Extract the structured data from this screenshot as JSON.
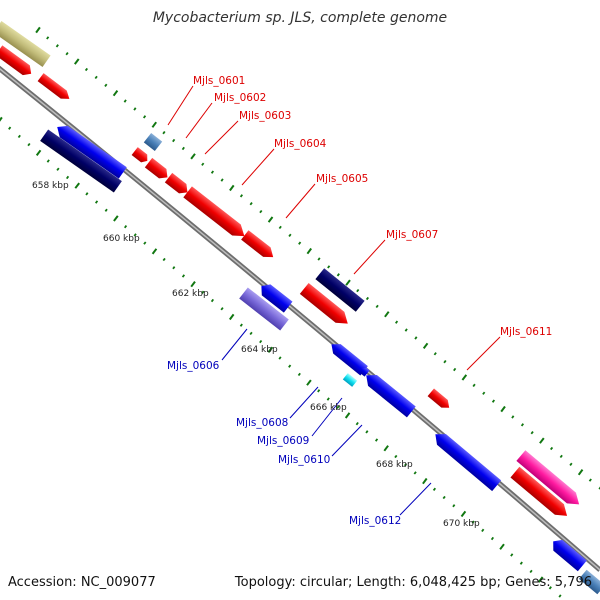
{
  "title": "Mycobacterium sp. JLS, complete genome",
  "footer": {
    "accession": "Accession: NC_009077",
    "summary": "Topology: circular; Length: 6,048,425 bp; Genes: 5,796"
  },
  "scale_labels": [
    "658 kbp",
    "660 kbp",
    "662 kbp",
    "664 kbp",
    "666 kbp",
    "668 kbp",
    "670 kbp"
  ],
  "gene_labels": {
    "forward": [
      "Mjls_0601",
      "Mjls_0602",
      "Mjls_0603",
      "Mjls_0604",
      "Mjls_0605",
      "Mjls_0607",
      "Mjls_0611"
    ],
    "reverse": [
      "Mjls_0606",
      "Mjls_0608",
      "Mjls_0609",
      "Mjls_0610",
      "Mjls_0612"
    ]
  },
  "colors": {
    "forward_label": "#dd0000",
    "reverse_label": "#0000bb",
    "forward_gene": "#ff0000",
    "reverse_gene": "#0000ee",
    "dark_gene": "#000066",
    "backbone": "#888888",
    "tick": "#117711"
  }
}
